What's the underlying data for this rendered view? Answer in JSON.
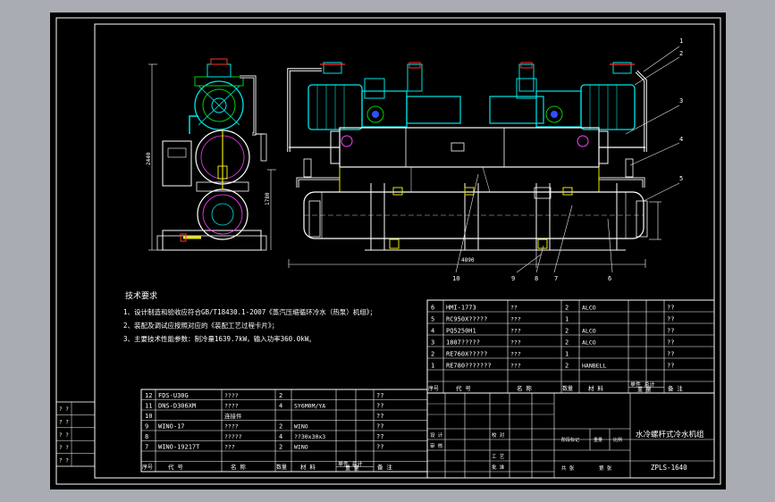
{
  "tech_requirements": {
    "title": "技术要求",
    "items": [
      "1、设计制造和验收应符合GB/T18430.1-2007《蒸汽压缩循环冷水（热泵）机组》；",
      "2、装配及调试应按照对应的《装配工艺过程卡片》；",
      "3、主要技术性能参数：制冷量1639.7kW，输入功率360.0kW。"
    ]
  },
  "callouts": [
    "1",
    "2",
    "3",
    "4",
    "5",
    "6",
    "7",
    "8",
    "9",
    "10"
  ],
  "dimensions": {
    "height_left": "2440",
    "height_mid": "1780",
    "width": "4890"
  },
  "bom_right": {
    "rows": [
      {
        "no": "6",
        "code": "HMI-1773",
        "name": "??",
        "qty": "2",
        "material": "ALCO",
        "note": "??"
      },
      {
        "no": "5",
        "code": "RC950X?????",
        "name": "???",
        "qty": "1",
        "material": "",
        "note": "??"
      },
      {
        "no": "4",
        "code": "PQ5250H1",
        "name": "???",
        "qty": "2",
        "material": "ALCO",
        "note": "??"
      },
      {
        "no": "3",
        "code": "1807?????",
        "name": "???",
        "qty": "2",
        "material": "ALCO",
        "note": "??"
      },
      {
        "no": "2",
        "code": "RE760X?????",
        "name": "???",
        "qty": "1",
        "material": "",
        "note": "??"
      },
      {
        "no": "1",
        "code": "RE780???????",
        "name": "???",
        "qty": "2",
        "material": "HANBELL",
        "note": "??"
      }
    ],
    "header": {
      "no": "序号",
      "code": "代 号",
      "name": "名 称",
      "qty": "数量",
      "material": "材 料",
      "weight": "单件 总计",
      "weight_sub": "重 量",
      "note": "备 注"
    }
  },
  "bom_left": {
    "rows": [
      {
        "no": "12",
        "code": "FDS-U30G",
        "name": "????",
        "qty": "2",
        "material": "",
        "note": "??"
      },
      {
        "no": "11",
        "code": "DNS-D306XM",
        "name": "????",
        "qty": "4",
        "material": "SY6M0M/YA",
        "note": "??"
      },
      {
        "no": "10",
        "code": "",
        "name": "连接件",
        "qty": "",
        "material": "",
        "note": "??"
      },
      {
        "no": "9",
        "code": "WINO-17",
        "name": "????",
        "qty": "2",
        "material": "WINO",
        "note": "??"
      },
      {
        "no": "8",
        "code": "",
        "name": "?????",
        "qty": "4",
        "material": "??30x30x3",
        "note": "??"
      },
      {
        "no": "7",
        "code": "WINO-19217T",
        "name": "???",
        "qty": "2",
        "material": "WINO",
        "note": "??"
      }
    ],
    "header": {
      "no": "序号",
      "code": "代 号",
      "name": "名 称",
      "qty": "数量",
      "material": "材 料",
      "weight": "单件 总计",
      "weight_sub": "重 量",
      "note": "备 注"
    }
  },
  "side_stamp": [
    "? ?",
    "? ?",
    "? ?",
    "? ?",
    "? ?"
  ],
  "title_block": {
    "title": "水冷螺杆式冷水机组",
    "drawing_no": "ZPLS-1640",
    "left_labels": [
      "设 计",
      "校 对",
      "审 核",
      "工 艺",
      "批 准"
    ],
    "mid_labels": [
      "阶段标记",
      "重量",
      "比例"
    ],
    "scale_row": [
      "共  张",
      "第  张"
    ]
  },
  "colors": {
    "frame": "#ffffff",
    "background": "#000000",
    "outer": "#a9acb3",
    "machine": "#00e5e5",
    "green": "#00d000",
    "yellow": "#e8e800",
    "red": "#ff3030",
    "magenta": "#ff40ff",
    "blue": "#3050ff",
    "callout": "#e8e8e8"
  }
}
